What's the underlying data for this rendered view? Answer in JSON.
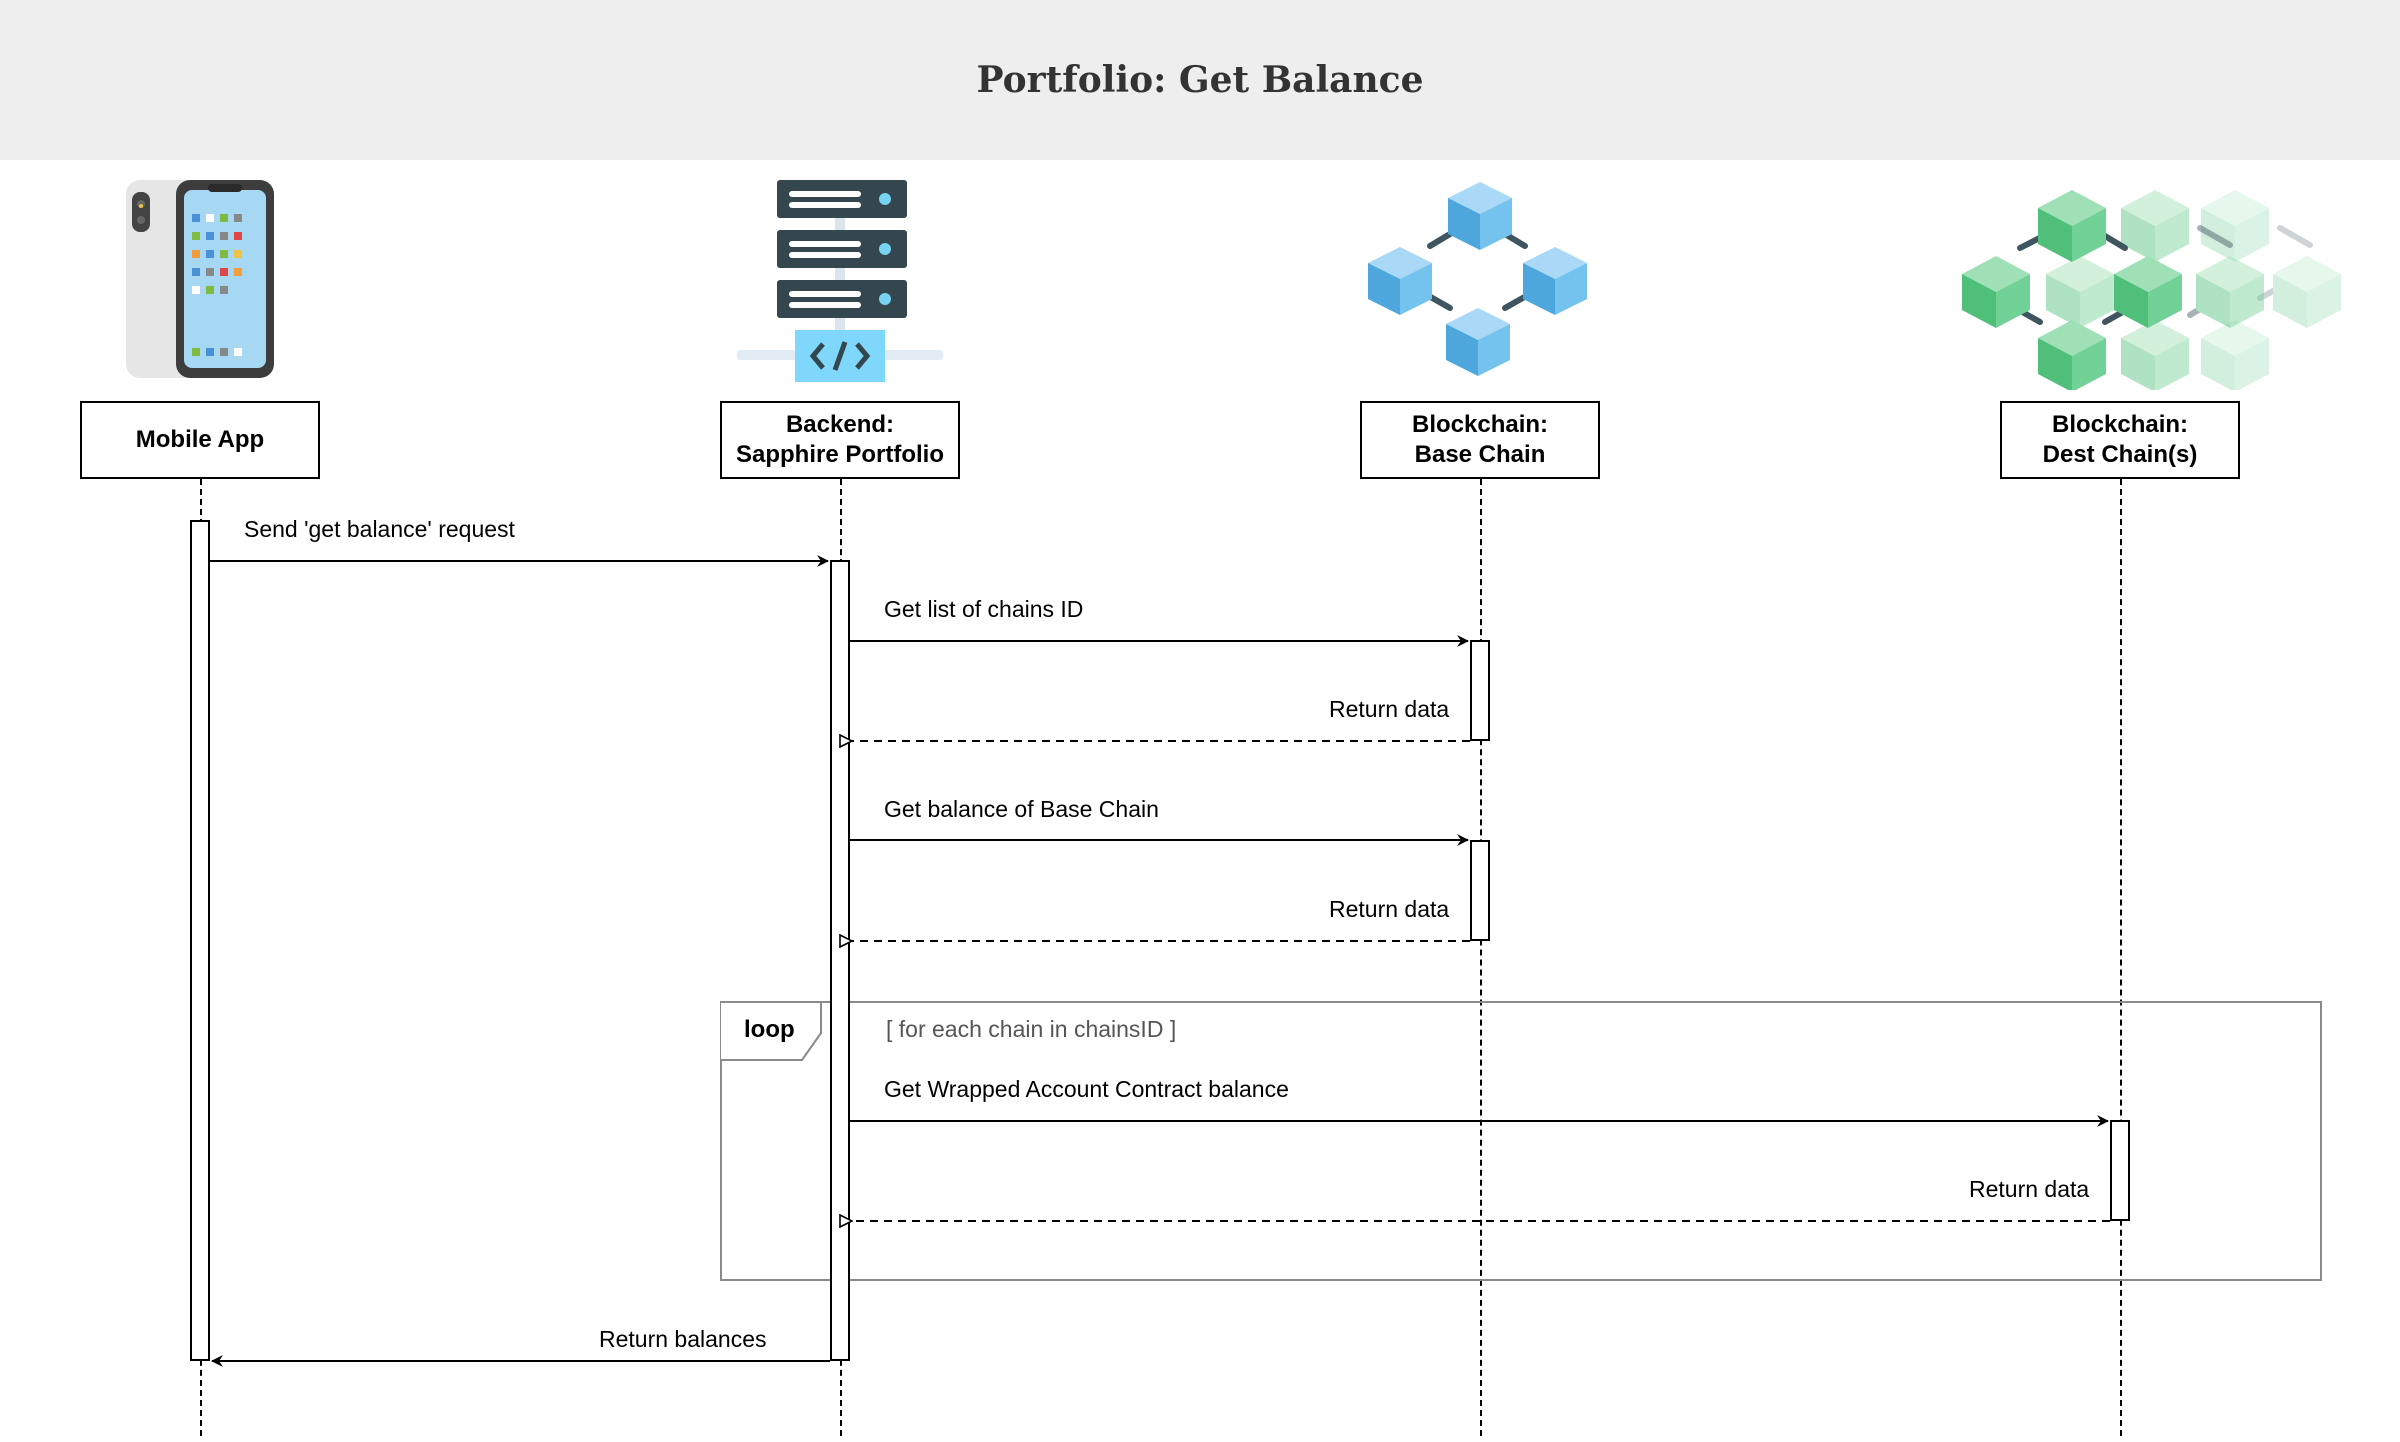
{
  "title": "Portfolio: Get Balance",
  "actors": [
    {
      "id": "mobile",
      "label": "Mobile App",
      "icon": "smartphone-icon"
    },
    {
      "id": "backend",
      "label": "Backend:\nSapphire Portfolio",
      "icon": "server-icon"
    },
    {
      "id": "base",
      "label": "Blockchain:\nBase Chain",
      "icon": "blockchain-blue-icon"
    },
    {
      "id": "dest",
      "label": "Blockchain:\nDest Chain(s)",
      "icon": "blockchain-green-icon"
    }
  ],
  "messages": [
    {
      "from": "Mobile App",
      "to": "Backend: Sapphire Portfolio",
      "label": "Send 'get balance' request",
      "kind": "sync"
    },
    {
      "from": "Backend: Sapphire Portfolio",
      "to": "Blockchain: Base Chain",
      "label": "Get list of chains ID",
      "kind": "sync"
    },
    {
      "from": "Blockchain: Base Chain",
      "to": "Backend: Sapphire Portfolio",
      "label": "Return data",
      "kind": "return"
    },
    {
      "from": "Backend: Sapphire Portfolio",
      "to": "Blockchain: Base Chain",
      "label": "Get balance of Base Chain",
      "kind": "sync"
    },
    {
      "from": "Blockchain: Base Chain",
      "to": "Backend: Sapphire Portfolio",
      "label": "Return data",
      "kind": "return"
    },
    {
      "from": "Backend: Sapphire Portfolio",
      "to": "Blockchain: Dest Chain(s)",
      "label": "Get Wrapped Account Contract balance",
      "kind": "sync"
    },
    {
      "from": "Blockchain: Dest Chain(s)",
      "to": "Backend: Sapphire Portfolio",
      "label": "Return data",
      "kind": "return"
    },
    {
      "from": "Backend: Sapphire Portfolio",
      "to": "Mobile App",
      "label": "Return balances",
      "kind": "sync"
    }
  ],
  "loop": {
    "label": "loop",
    "guard": "[ for each chain in chainsID ]"
  }
}
